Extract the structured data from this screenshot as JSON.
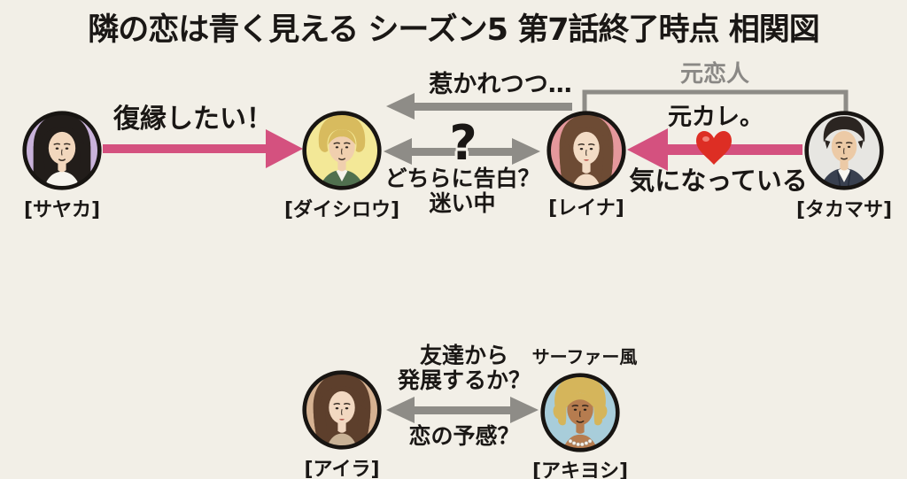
{
  "title": "隣の恋は青く見える シーズン5 第7話終了時点 相関図",
  "colors": {
    "background": "#f2efe7",
    "pink_arrow": "#d4517f",
    "gray_arrow": "#8e8c87",
    "gray_text": "#8a8885",
    "black_text": "#1a1715",
    "heart": "#dd2e24"
  },
  "characters": [
    {
      "name": "[サヤカ]",
      "avatar": {
        "icon": "woman-long-black-hair-avatar",
        "bg": "#c9b2da",
        "hair": "#221d1a",
        "skin": "#f2d7bd",
        "outfit": "#f6f4ee"
      }
    },
    {
      "name": "[ダイシロウ]",
      "avatar": {
        "icon": "man-blonde-hair-green-jacket-avatar",
        "bg": "#f3e897",
        "hair": "#d8bb5e",
        "skin": "#f0cfae",
        "outfit": "#50704f",
        "shirt": "#f6f3ec"
      }
    },
    {
      "name": "[レイナ]",
      "avatar": {
        "icon": "woman-long-brown-hair-avatar",
        "bg": "#e5989c",
        "hair": "#6d4b34",
        "skin": "#f3dcc5"
      }
    },
    {
      "name": "[タカマサ]",
      "avatar": {
        "icon": "man-dark-hair-suit-avatar",
        "bg": "#e7e6e2",
        "hair": "#2b2521",
        "skin": "#eccaa6",
        "outfit": "#39404f",
        "shirt": "#f7f6f1"
      }
    },
    {
      "name": "[アイラ]",
      "avatar": {
        "icon": "woman-wavy-brown-hair-avatar",
        "bg": "#d6b292",
        "hair": "#5d3f2c",
        "skin": "#f2d8c1",
        "outfit": "#c9b296"
      }
    },
    {
      "name": "[アキヨシ]",
      "avatar": {
        "icon": "man-curly-blonde-surfer-avatar",
        "bg": "#a8cdda",
        "hair": "#d5b55b",
        "skin": "#b67c4f",
        "necklace": "#f4f1ea"
      }
    }
  ],
  "relations": {
    "sayaka_to_daishiro": {
      "type": "pink-arrow-right",
      "label": "復縁したい！"
    },
    "reina_to_daishiro": {
      "type": "gray-arrow-left",
      "label": "惹かれつつ…"
    },
    "daishiro_reina_mutual": {
      "type": "gray-double-arrow",
      "symbol": "?",
      "caption_line1": "どちらに告白？",
      "caption_line2": "迷い中"
    },
    "reina_takamasa_past": {
      "type": "gray-bracket-line",
      "label": "元恋人"
    },
    "takamasa_to_reina": {
      "type": "pink-arrow-left",
      "icon": "red-heart-icon",
      "label_above": "元カレ。",
      "label_below": "気になっている"
    },
    "aira_akiyoshi_mutual": {
      "type": "gray-double-arrow",
      "label_above_line1": "友達から",
      "label_above_line2": "発展するか？",
      "label_below": "恋の予感？"
    },
    "akiyoshi_style_note": {
      "label": "サーファー風"
    }
  }
}
